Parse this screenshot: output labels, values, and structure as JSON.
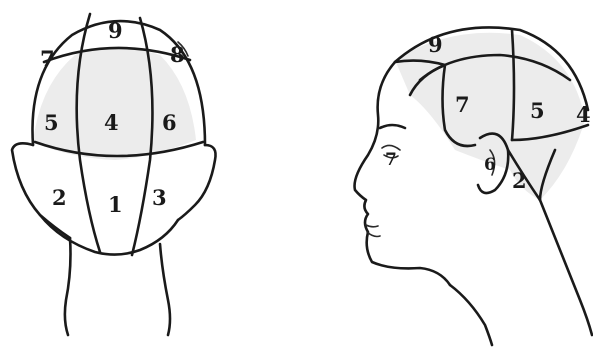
{
  "back_view": {
    "sections": [
      "9",
      "8",
      "7",
      "5",
      "4",
      "6",
      "2",
      "1",
      "3"
    ]
  },
  "side_view": {
    "sections": [
      "9",
      "7",
      "5",
      "4",
      "6",
      "2",
      "7"
    ]
  }
}
